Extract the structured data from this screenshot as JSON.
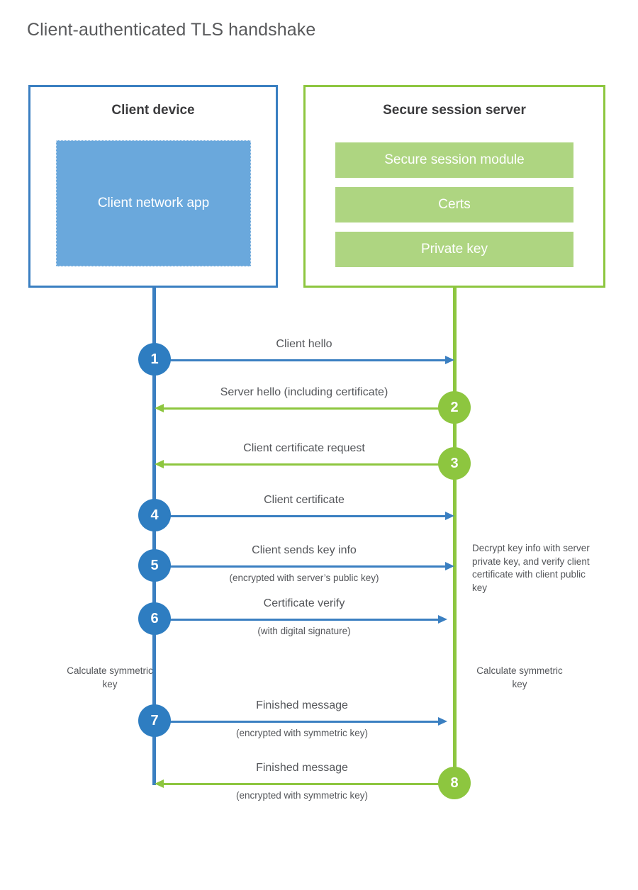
{
  "title": "Client-authenticated TLS handshake",
  "colors": {
    "client_blue": "#3a7fc1",
    "client_badge_blue": "#2e7dc1",
    "client_panel_blue": "#6aa8dc",
    "server_green": "#8dc63f",
    "server_bar_green": "#aed581",
    "text_gray": "#54565a",
    "title_gray": "#58595b",
    "heading_gray": "#3b3b3d"
  },
  "client": {
    "title": "Client device",
    "app_label": "Client network app"
  },
  "server": {
    "title": "Secure session server",
    "components": [
      {
        "label": "Secure session module"
      },
      {
        "label": "Certs"
      },
      {
        "label": "Private key"
      }
    ]
  },
  "steps": [
    {
      "number": "1",
      "label": "Client hello",
      "sublabel": "",
      "direction": "client-to-server",
      "color": "blue"
    },
    {
      "number": "2",
      "label": "Server hello (including certificate)",
      "sublabel": "",
      "direction": "server-to-client",
      "color": "green"
    },
    {
      "number": "3",
      "label": "Client certificate request",
      "sublabel": "",
      "direction": "server-to-client",
      "color": "green"
    },
    {
      "number": "4",
      "label": "Client certificate",
      "sublabel": "",
      "direction": "client-to-server",
      "color": "blue"
    },
    {
      "number": "5",
      "label": "Client sends key info",
      "sublabel": "(encrypted with server’s public key)",
      "direction": "client-to-server",
      "color": "blue"
    },
    {
      "number": "6",
      "label": "Certificate verify",
      "sublabel": "(with digital signature)",
      "direction": "client-to-server",
      "color": "blue"
    },
    {
      "number": "7",
      "label": "Finished message",
      "sublabel": "(encrypted with symmetric key)",
      "direction": "client-to-server",
      "color": "blue"
    },
    {
      "number": "8",
      "label": "Finished message",
      "sublabel": "(encrypted with symmetric key)",
      "direction": "server-to-client",
      "color": "green"
    }
  ],
  "notes": {
    "server_decrypt": "Decrypt key info with server private key, and verify client certificate with client public key",
    "client_calculate": "Calculate symmetric key",
    "server_calculate": "Calculate symmetric key"
  }
}
